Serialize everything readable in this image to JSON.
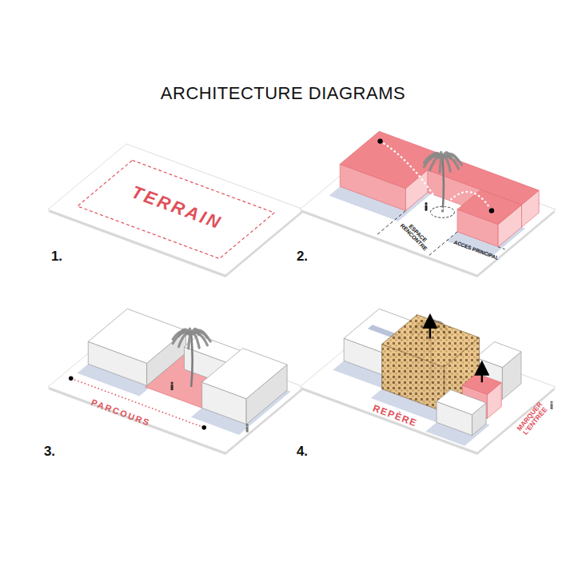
{
  "diagram": {
    "title": "ARCHITECTURE DIAGRAMS",
    "labels": [
      "TERRAIN",
      "1.",
      "ESPACE RENCONTRE",
      "ACCES PRINCIPAL",
      "2.",
      "PARCOURS",
      "3.",
      "REPÈRE",
      "MARQUER L'ENTRÉE",
      "4."
    ]
  }
}
